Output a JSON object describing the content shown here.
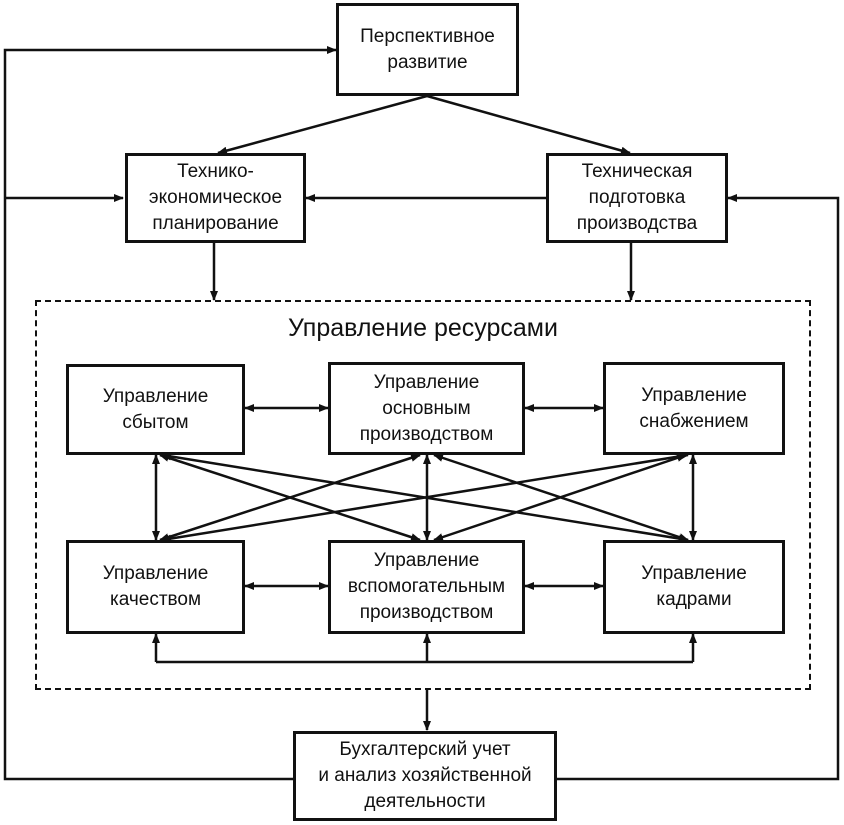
{
  "diagram": {
    "nodes": {
      "perspective": "Перспективное\nразвитие",
      "tech_econ": "Технико-\nэкономическое\nпланирование",
      "tech_prep": "Техническая\nподготовка\nпроизводства",
      "sales": "Управление\nсбытом",
      "main_prod": "Управление\nосновным\nпроизводством",
      "supply": "Управление\nснабжением",
      "quality": "Управление\nкачеством",
      "aux_prod": "Управление\nвспомогательным\nпроизводством",
      "personnel": "Управление\nкадрами",
      "accounting": "Бухгалтерский учет\nи анализ хозяйственной\nдеятельности"
    },
    "group_title": "Управление ресурсами",
    "edges": [
      {
        "from": "perspective",
        "to": "tech_econ",
        "type": "directed"
      },
      {
        "from": "perspective",
        "to": "tech_prep",
        "type": "directed"
      },
      {
        "from": "tech_prep",
        "to": "tech_econ",
        "type": "directed"
      },
      {
        "from": "tech_econ",
        "to": "resource_management",
        "type": "directed"
      },
      {
        "from": "tech_prep",
        "to": "resource_management",
        "type": "directed"
      },
      {
        "from": "sales",
        "to": "main_prod",
        "type": "bidirectional"
      },
      {
        "from": "main_prod",
        "to": "supply",
        "type": "bidirectional"
      },
      {
        "from": "quality",
        "to": "aux_prod",
        "type": "bidirectional"
      },
      {
        "from": "aux_prod",
        "to": "personnel",
        "type": "bidirectional"
      },
      {
        "from": "sales",
        "to": "quality",
        "type": "bidirectional"
      },
      {
        "from": "main_prod",
        "to": "aux_prod",
        "type": "bidirectional"
      },
      {
        "from": "supply",
        "to": "personnel",
        "type": "bidirectional"
      },
      {
        "from": "sales",
        "to": "aux_prod",
        "type": "bidirectional"
      },
      {
        "from": "sales",
        "to": "personnel",
        "type": "bidirectional"
      },
      {
        "from": "main_prod",
        "to": "quality",
        "type": "bidirectional"
      },
      {
        "from": "main_prod",
        "to": "personnel",
        "type": "bidirectional"
      },
      {
        "from": "supply",
        "to": "quality",
        "type": "bidirectional"
      },
      {
        "from": "supply",
        "to": "aux_prod",
        "type": "bidirectional"
      },
      {
        "from": "quality",
        "to": "personnel",
        "type": "bus"
      },
      {
        "from": "resource_management",
        "to": "accounting",
        "type": "directed"
      },
      {
        "from": "accounting",
        "to": "perspective",
        "type": "feedback"
      },
      {
        "from": "accounting",
        "to": "tech_econ",
        "type": "feedback"
      },
      {
        "from": "accounting",
        "to": "tech_prep",
        "type": "feedback"
      }
    ]
  }
}
